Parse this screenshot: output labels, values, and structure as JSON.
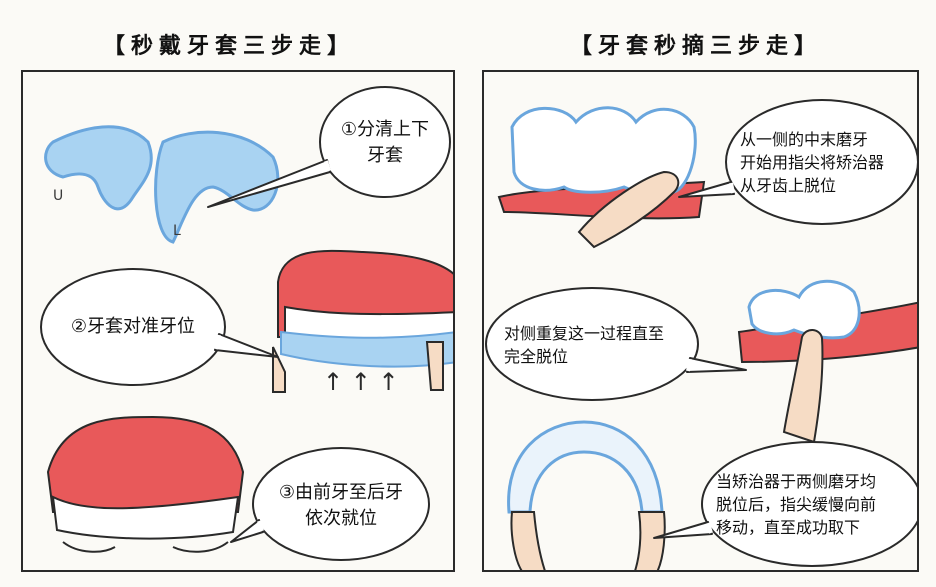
{
  "left_panel": {
    "title": "【秒戴牙套三步走】",
    "step1": [
      "①分清上下",
      "牙套"
    ],
    "step2": [
      "②牙套对准牙位"
    ],
    "step3": [
      "③由前牙至后牙",
      "依次就位"
    ],
    "aligner_labels": [
      "U",
      "L"
    ],
    "arrows": "↑ ↑ ↑"
  },
  "right_panel": {
    "title": "【牙套秒摘三步走】",
    "step1": [
      "从一侧的中末磨牙",
      "开始用指尖将矫治器",
      "从牙齿上脱位"
    ],
    "step2": [
      "对侧重复这一过程直至",
      "完全脱位"
    ],
    "step3": [
      "当矫治器于两侧磨牙均",
      "脱位后，指尖缓慢向前",
      "移动，直至成功取下"
    ]
  },
  "colors": {
    "gum": "#e8595a",
    "aligner": "#a9d3f2",
    "aligner_outline": "#6aa6dd",
    "tooth": "#ffffff",
    "finger": "#f6dcc5",
    "outline": "#2a2a2a"
  }
}
